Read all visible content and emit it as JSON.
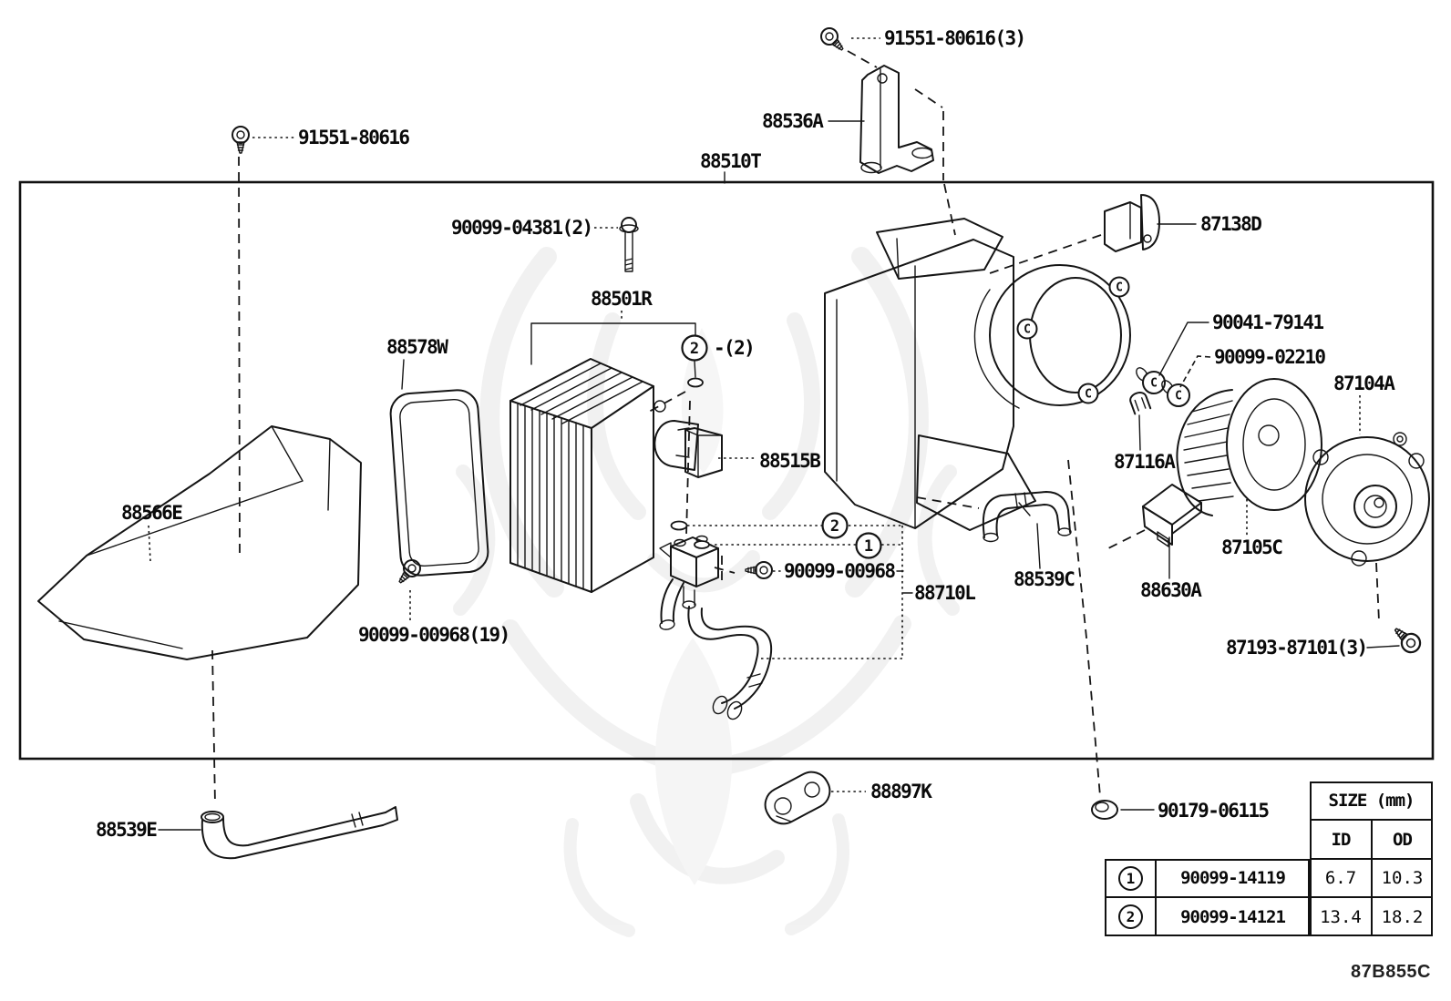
{
  "labels": [
    {
      "id": "91551-80616-3",
      "text": "91551-80616(3)"
    },
    {
      "id": "88536A",
      "text": "88536A"
    },
    {
      "id": "88510T",
      "text": "88510T"
    },
    {
      "id": "91551-80616",
      "text": "91551-80616"
    },
    {
      "id": "90099-04381-2",
      "text": "90099-04381(2)"
    },
    {
      "id": "88501R",
      "text": "88501R"
    },
    {
      "id": "qty-2",
      "text": "-(2)"
    },
    {
      "id": "88578W",
      "text": "88578W"
    },
    {
      "id": "88515B",
      "text": "88515B"
    },
    {
      "id": "88566E",
      "text": "88566E"
    },
    {
      "id": "90099-00968-19",
      "text": "90099-00968(19)"
    },
    {
      "id": "90099-00968",
      "text": "90099-00968"
    },
    {
      "id": "88710L",
      "text": "88710L"
    },
    {
      "id": "88539C",
      "text": "88539C"
    },
    {
      "id": "88630A",
      "text": "88630A"
    },
    {
      "id": "87105C",
      "text": "87105C"
    },
    {
      "id": "87193-87101-3",
      "text": "87193-87101(3)"
    },
    {
      "id": "87104A",
      "text": "87104A"
    },
    {
      "id": "90041-79141",
      "text": "90041-79141"
    },
    {
      "id": "90099-02210",
      "text": "90099-02210"
    },
    {
      "id": "87116A",
      "text": "87116A"
    },
    {
      "id": "87138D",
      "text": "87138D"
    },
    {
      "id": "88897K",
      "text": "88897K"
    },
    {
      "id": "90179-06115",
      "text": "90179-06115"
    },
    {
      "id": "88539E",
      "text": "88539E"
    }
  ],
  "callouts": {
    "one": "1",
    "two": "2"
  },
  "marks": {
    "clip": "C"
  },
  "table": {
    "size_header": "SIZE (mm)",
    "col_id": "ID",
    "col_od": "OD",
    "rows": [
      {
        "num": "1",
        "part": "90099-14119",
        "id": "6.7",
        "od": "10.3"
      },
      {
        "num": "2",
        "part": "90099-14121",
        "id": "13.4",
        "od": "18.2"
      }
    ]
  },
  "drawing_number": "87B855C",
  "colors": {
    "ink": "#111111",
    "paper": "#ffffff",
    "watermark": "#e9e9e9"
  }
}
